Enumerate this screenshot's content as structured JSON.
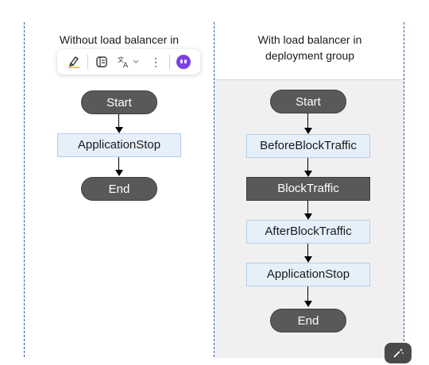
{
  "left_panel": {
    "title": "Without load balancer in",
    "start": "Start",
    "step": "ApplicationStop",
    "end": "End"
  },
  "right_panel": {
    "title_line1": "With load balancer in",
    "title_line2": "deployment group",
    "start": "Start",
    "steps": [
      "BeforeBlockTraffic",
      "BlockTraffic",
      "AfterBlockTraffic",
      "ApplicationStop"
    ],
    "end": "End"
  },
  "toolbar": {
    "icons": [
      "highlighter-icon",
      "notes-icon",
      "translate-icon",
      "more-icon",
      "copilot-icon"
    ],
    "more_glyph": "⋮"
  },
  "colors": {
    "pill": "#595959",
    "box_fill": "#e6f0fb",
    "highlight_box": "#595959",
    "divider": "#2f5aa0"
  }
}
